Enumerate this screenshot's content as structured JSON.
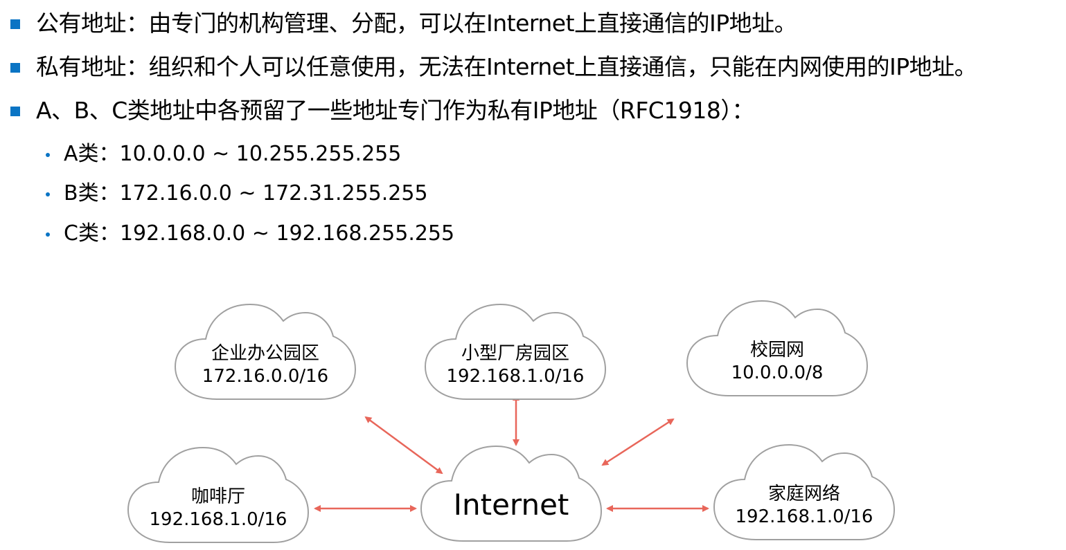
{
  "bullets": [
    "公有地址：由专门的机构管理、分配，可以在Internet上直接通信的IP地址。",
    "私有地址：组织和个人可以任意使用，无法在Internet上直接通信，只能在内网使用的IP地址。",
    "A、B、C类地址中各预留了一些地址专门作为私有IP地址（RFC1918）："
  ],
  "sub_bullets": [
    "A类：10.0.0.0 ~ 10.255.255.255",
    "B类：172.16.0.0 ~ 172.31.255.255",
    "C类：192.168.0.0 ~ 192.168.255.255"
  ],
  "clouds": {
    "enterprise": {
      "name": "企业办公园区",
      "network": "172.16.0.0/16"
    },
    "factory": {
      "name": "小型厂房园区",
      "network": "192.168.1.0/16"
    },
    "campus": {
      "name": "校园网",
      "network": "10.0.0.0/8"
    },
    "cafe": {
      "name": "咖啡厅",
      "network": "192.168.1.0/16"
    },
    "internet": {
      "name": "Internet"
    },
    "home": {
      "name": "家庭网络",
      "network": "192.168.1.0/16"
    }
  },
  "colors": {
    "bullet": "#0a74c4",
    "arrow": "#e8665a",
    "cloud_stroke": "#a0a0a0"
  }
}
